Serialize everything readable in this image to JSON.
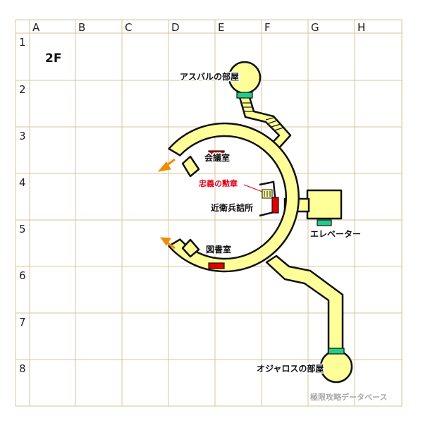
{
  "floor_label": "2F",
  "grid": {
    "columns": [
      "A",
      "B",
      "C",
      "D",
      "E",
      "F",
      "G",
      "H"
    ],
    "rows": [
      "1",
      "2",
      "3",
      "4",
      "5",
      "6",
      "7",
      "8"
    ]
  },
  "rooms": {
    "asubaru": "アスバルの部屋",
    "conference": "会議室",
    "guard": "近衛兵詰所",
    "library": "図書室",
    "elevator": "エレベーター",
    "ojaros": "オジャロスの部屋"
  },
  "treasure": {
    "label": "忠義の勲章"
  },
  "credit": "極限攻略データベース",
  "colors": {
    "grid_line": "#d8c49a",
    "floor_fill": "#ffff99",
    "wall": "#111111",
    "door_red": "#e00000",
    "door_green": "#22cc88",
    "arrow_orange": "#f08c00"
  },
  "icons": {
    "exit_arrow": "arrow-icon",
    "treasure_marker": "chest-icon",
    "stairs": "stairs-icon"
  }
}
